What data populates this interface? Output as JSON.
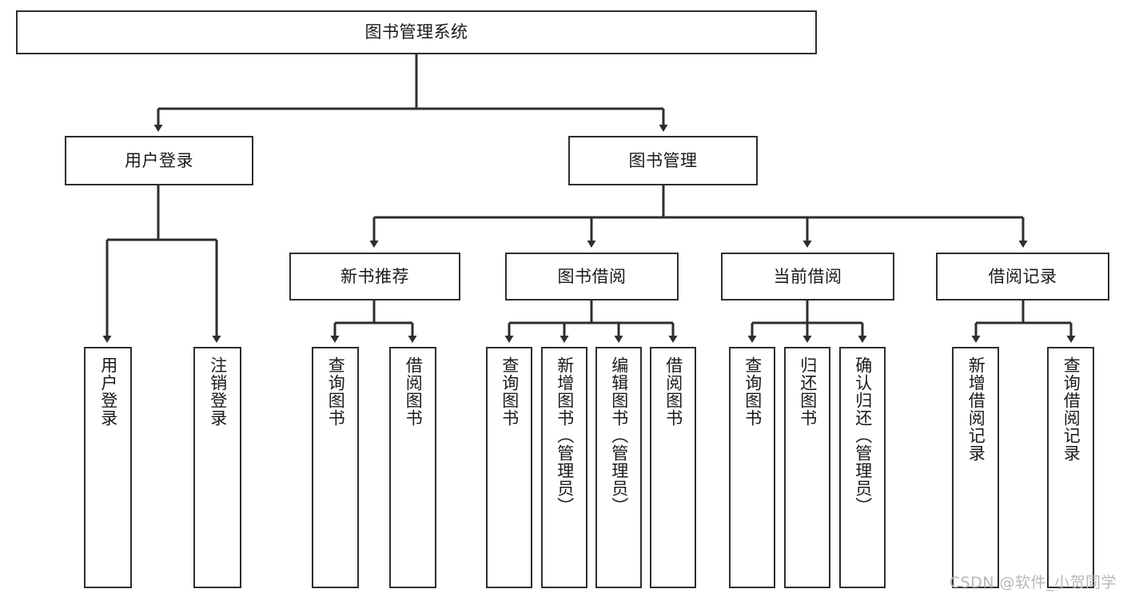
{
  "diagram": {
    "type": "tree-hierarchy",
    "title": "图书管理系统",
    "root": {
      "id": "root",
      "label": "图书管理系统"
    },
    "level1": [
      {
        "id": "user-login",
        "label": "用户登录"
      },
      {
        "id": "book-manage",
        "label": "图书管理"
      }
    ],
    "level2": [
      {
        "id": "new-book-rec",
        "label": "新书推荐",
        "parent": "book-manage"
      },
      {
        "id": "book-borrow",
        "label": "图书借阅",
        "parent": "book-manage"
      },
      {
        "id": "current-borrow",
        "label": "当前借阅",
        "parent": "book-manage"
      },
      {
        "id": "borrow-record",
        "label": "借阅记录",
        "parent": "book-manage"
      }
    ],
    "leaves": [
      {
        "id": "leaf-user-login",
        "label": "用户登录",
        "parent": "user-login"
      },
      {
        "id": "leaf-logout",
        "label": "注销登录",
        "parent": "user-login"
      },
      {
        "id": "leaf-query-book-1",
        "label": "查询图书",
        "parent": "new-book-rec"
      },
      {
        "id": "leaf-borrow-book-1",
        "label": "借阅图书",
        "parent": "new-book-rec"
      },
      {
        "id": "leaf-query-book-2",
        "label": "查询图书",
        "parent": "book-borrow"
      },
      {
        "id": "leaf-add-book",
        "label": "新增图书（管理员）",
        "parent": "book-borrow"
      },
      {
        "id": "leaf-edit-book",
        "label": "编辑图书（管理员）",
        "parent": "book-borrow"
      },
      {
        "id": "leaf-borrow-book-2",
        "label": "借阅图书",
        "parent": "book-borrow"
      },
      {
        "id": "leaf-query-book-3",
        "label": "查询图书",
        "parent": "current-borrow"
      },
      {
        "id": "leaf-return-book",
        "label": "归还图书",
        "parent": "current-borrow"
      },
      {
        "id": "leaf-confirm-return",
        "label": "确认归还（管理员）",
        "parent": "current-borrow"
      },
      {
        "id": "leaf-add-record",
        "label": "新增借阅记录",
        "parent": "borrow-record"
      },
      {
        "id": "leaf-query-record",
        "label": "查询借阅记录",
        "parent": "borrow-record"
      }
    ]
  },
  "watermark": {
    "text": "CSDN @软件_小贺同学"
  },
  "colors": {
    "stroke": "#2e2e2e",
    "background": "#ffffff",
    "text": "#1a1a1a",
    "watermark": "#b7b7b7"
  }
}
